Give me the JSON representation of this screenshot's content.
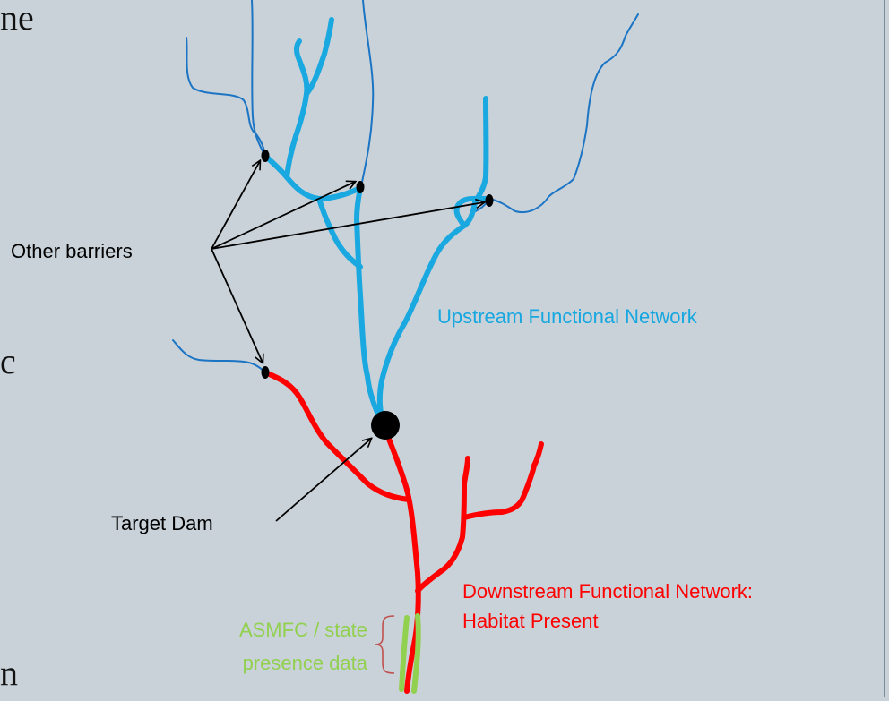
{
  "background_color": "#c9d2d9",
  "colors": {
    "upstream": "#1aa8e0",
    "thin_stream": "#1b75c4",
    "downstream": "#ff0000",
    "presence": "#92d050",
    "barrier": "#000000",
    "bracket": "#c0504d"
  },
  "fragments": {
    "frag_top": "ne",
    "frag_mid": "c",
    "frag_bottom": "n"
  },
  "labels": {
    "other_barriers": "Other barriers",
    "upstream_network": "Upstream Functional Network",
    "target_dam": "Target Dam",
    "downstream_line1": "Downstream Functional Network:",
    "downstream_line2": "Habitat Present",
    "presence_line1": "ASMFC / state",
    "presence_line2": "presence data"
  }
}
